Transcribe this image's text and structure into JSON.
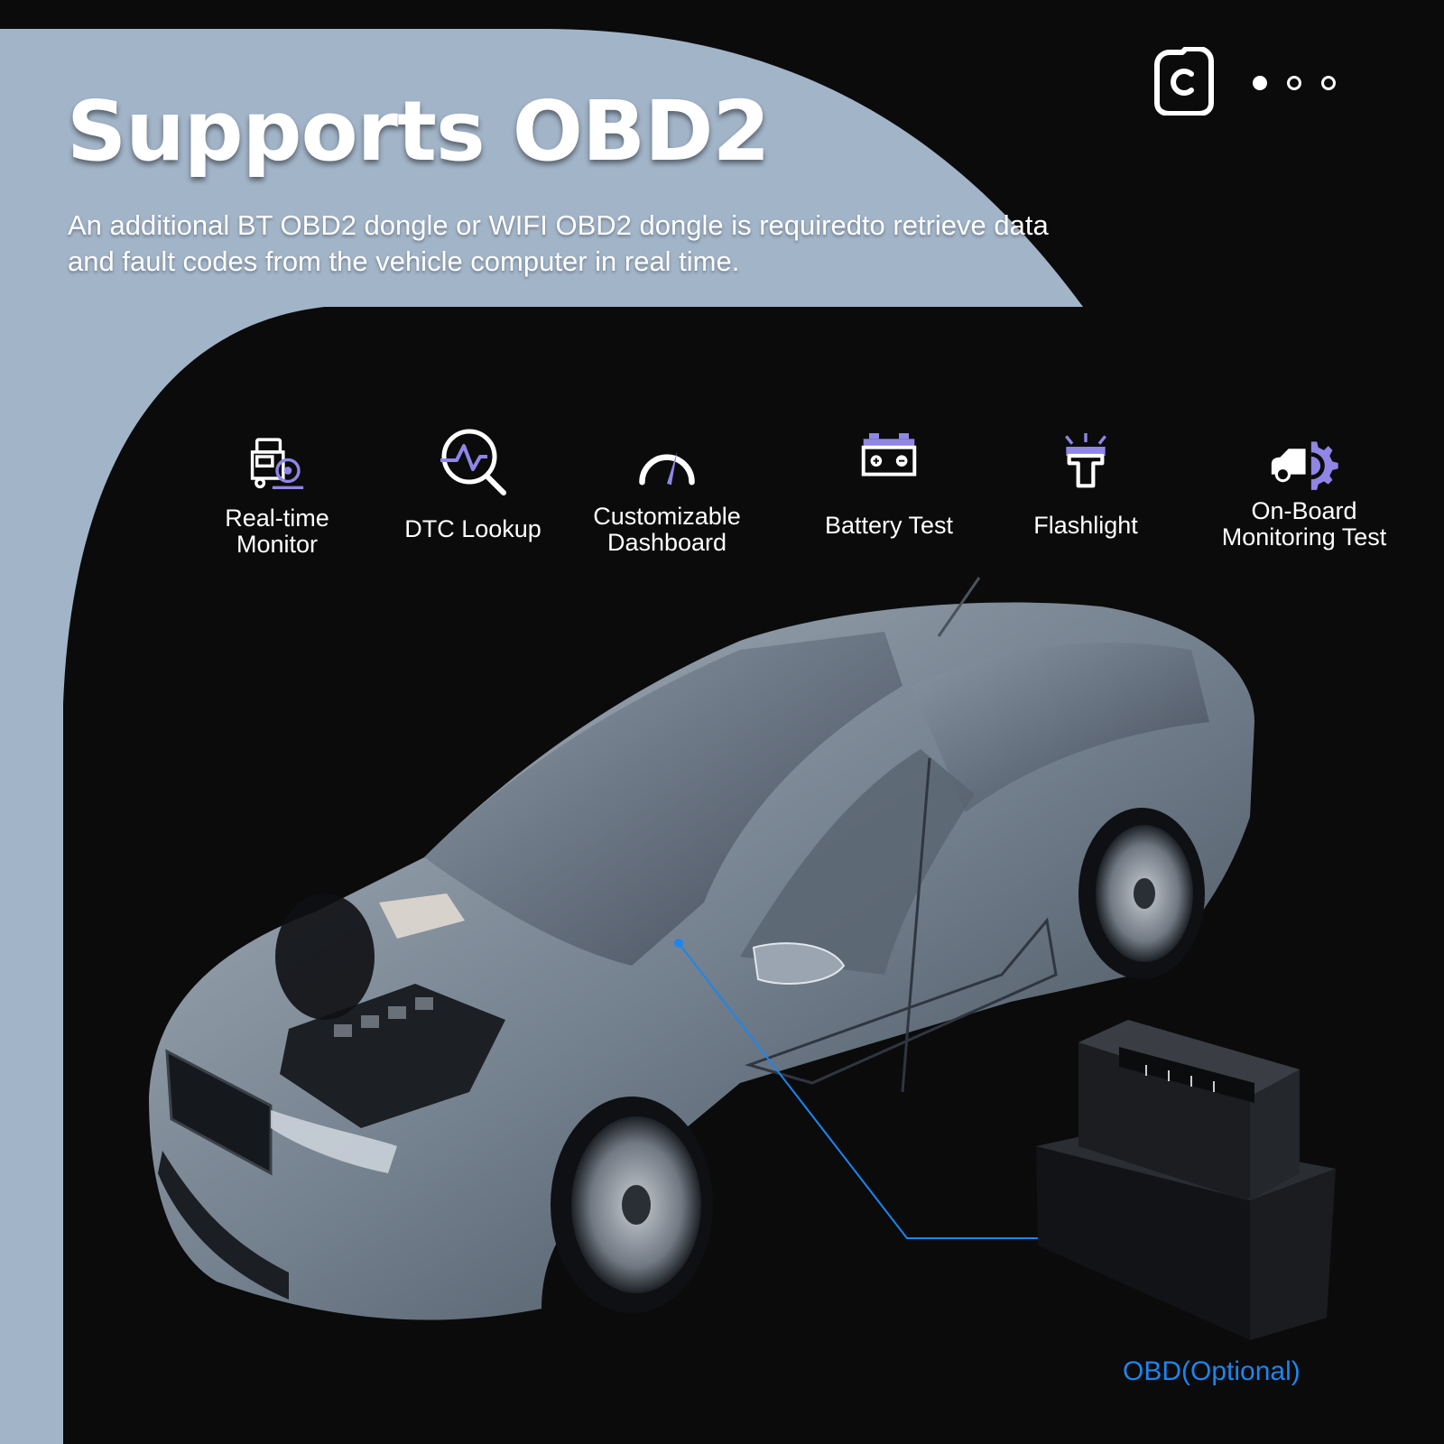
{
  "headline": "Supports OBD2",
  "subtitle": "An additional BT OBD2 dongle or WIFI OBD2 dongle is requiredto retrieve data and fault codes from the vehicle computer in real time.",
  "pager": {
    "total": 3,
    "active_index": 0
  },
  "features": [
    {
      "label": "Real-time Monitor",
      "icon": "truck-gauge-icon"
    },
    {
      "label": "DTC Lookup",
      "icon": "magnifier-pulse-icon"
    },
    {
      "label": "Customizable Dashboard",
      "icon": "speedometer-icon"
    },
    {
      "label": "Battery Test",
      "icon": "battery-icon"
    },
    {
      "label": "Flashlight",
      "icon": "flashlight-icon"
    },
    {
      "label": "On-Board Monitoring Test",
      "icon": "car-gear-icon"
    }
  ],
  "callout": {
    "label": "OBD(Optional)"
  },
  "colors": {
    "panel": "#a2b4c8",
    "background": "#0b0b0c",
    "accent_blue": "#1c86ee",
    "icon_purple": "#8f86e6"
  }
}
